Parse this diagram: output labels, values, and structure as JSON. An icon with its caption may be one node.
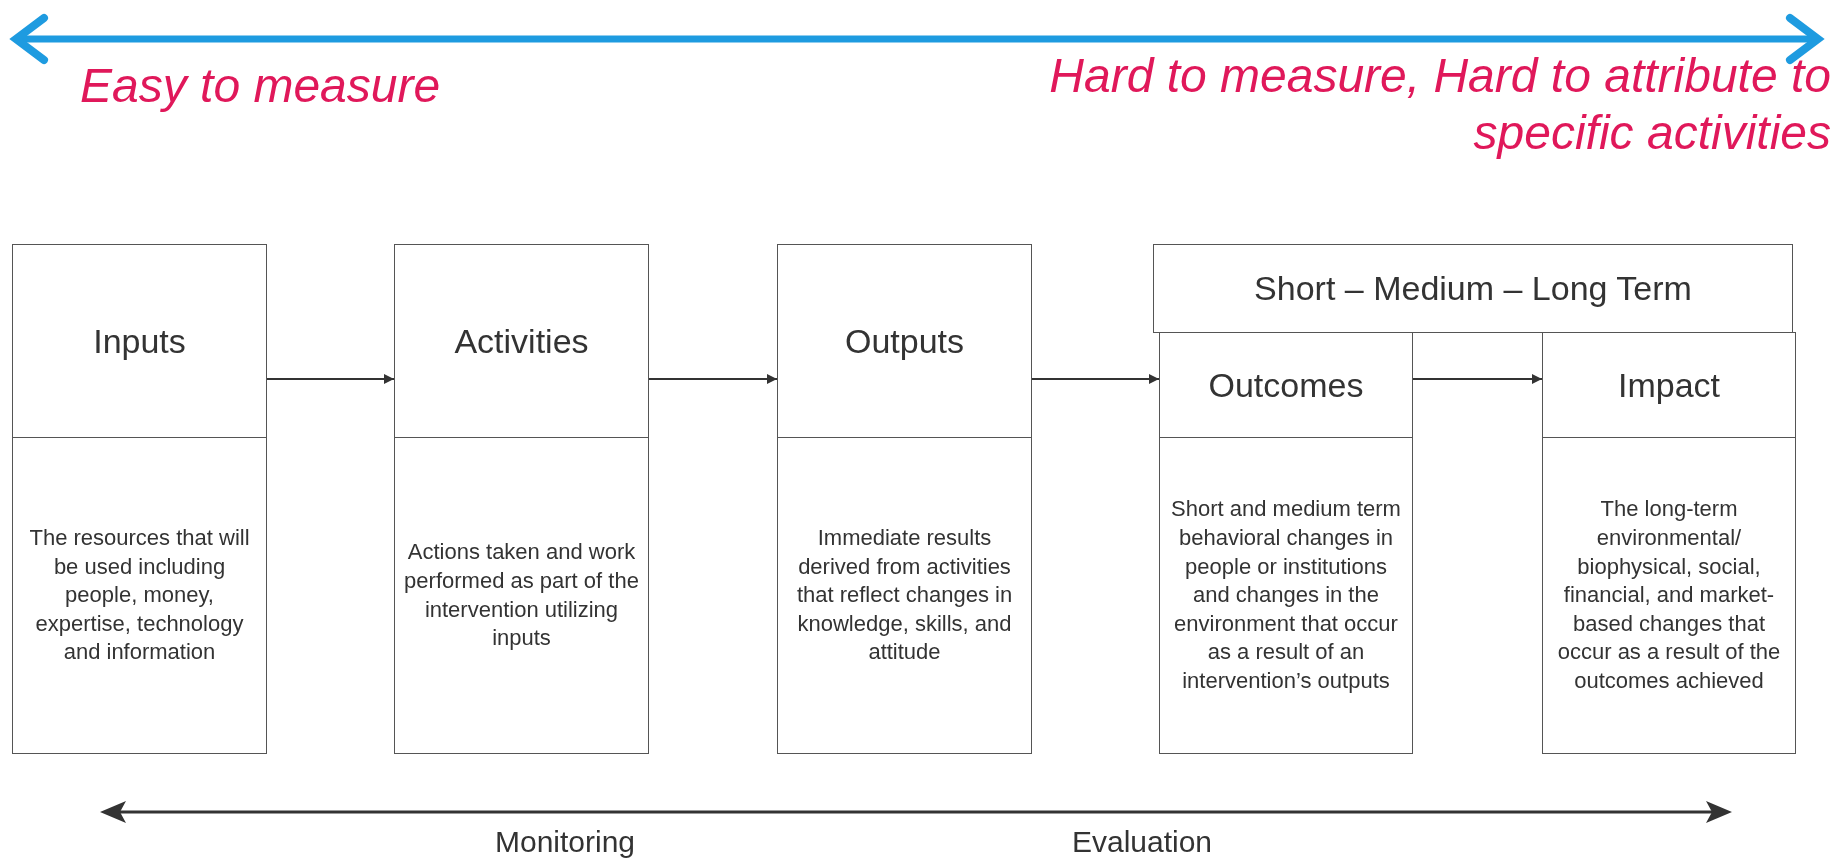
{
  "diagram": {
    "nodes": [
      {
        "text": [
          "Inputs",
          "The resources that will be used including people, money, expertise, technology and information"
        ]
      },
      {
        "text": [
          "Activities",
          "Actions taken and work performed as part of the intervention utilizing inputs"
        ]
      },
      {
        "text": [
          "Outputs",
          "Immediate results derived from activities that reflect changes in knowledge, skills, and attitude"
        ]
      },
      {
        "text": [
          "Short – Medium – Long Term"
        ]
      },
      {
        "text": [
          "Outcomes",
          "Short and medium term behavioral changes in people or institutions and changes in the environment that occur as a result of an intervention’s outputs"
        ]
      },
      {
        "text": [
          "Impact",
          "The long-term environmental/ biophysical, social, financial, and market-based changes that occur as a result of the outcomes achieved"
        ]
      }
    ],
    "edges": [
      {
        "from": 0,
        "to": 1,
        "arrow": "to"
      },
      {
        "from": 1,
        "to": 2,
        "arrow": "to"
      },
      {
        "from": 2,
        "to": 4,
        "arrow": "to"
      },
      {
        "from": 4,
        "to": 5,
        "arrow": "to"
      }
    ],
    "labels": [
      "Easy to measure",
      "Hard to measure, Hard to attribute to specific activities",
      "Monitoring",
      "Evaluation"
    ]
  }
}
